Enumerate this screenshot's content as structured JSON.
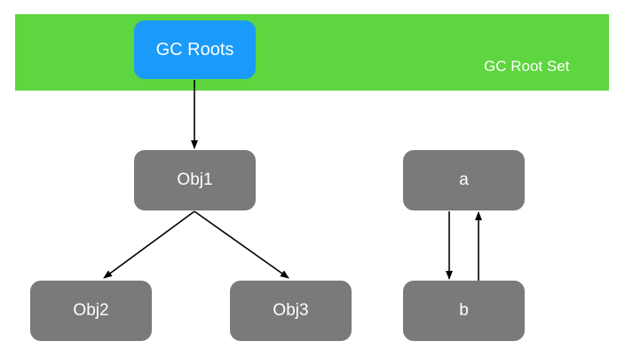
{
  "colors": {
    "root_set_band": "#5dd63f",
    "gc_roots_node": "#1b9bf9",
    "object_node": "#7a7a7a",
    "arrow": "#000000",
    "text": "#ffffff"
  },
  "root_set": {
    "label": "GC Root Set"
  },
  "nodes": {
    "gc_roots": "GC Roots",
    "obj1": "Obj1",
    "obj2": "Obj2",
    "obj3": "Obj3",
    "a": "a",
    "b": "b"
  },
  "edges": [
    {
      "from": "gc_roots",
      "to": "obj1"
    },
    {
      "from": "obj1",
      "to": "obj2"
    },
    {
      "from": "obj1",
      "to": "obj3"
    },
    {
      "from": "a",
      "to": "b"
    },
    {
      "from": "b",
      "to": "a"
    }
  ]
}
